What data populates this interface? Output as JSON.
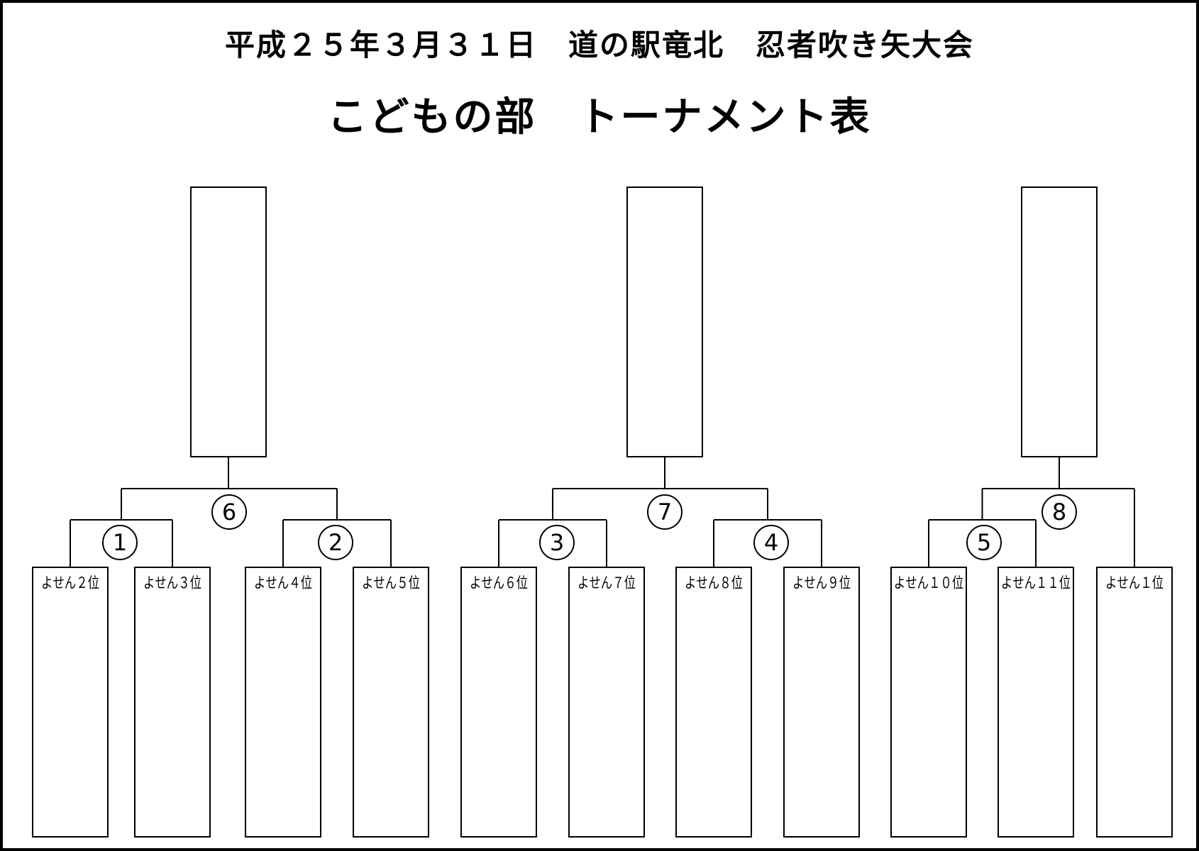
{
  "header": {
    "title": "平成２５年３月３１日　道の駅竜北　忍者吹き矢大会",
    "subtitle": "こどもの部　トーナメント表"
  },
  "entries": [
    {
      "id": "e1",
      "label": "よせん２位"
    },
    {
      "id": "e2",
      "label": "よせん３位"
    },
    {
      "id": "e3",
      "label": "よせん４位"
    },
    {
      "id": "e4",
      "label": "よせん５位"
    },
    {
      "id": "e5",
      "label": "よせん６位"
    },
    {
      "id": "e6",
      "label": "よせん７位"
    },
    {
      "id": "e7",
      "label": "よせん８位"
    },
    {
      "id": "e8",
      "label": "よせん９位"
    },
    {
      "id": "e9",
      "label": "よせん１０位"
    },
    {
      "id": "e10",
      "label": "よせん１１位"
    },
    {
      "id": "e11",
      "label": "よせん１位"
    }
  ],
  "matches": [
    {
      "id": "m1",
      "number": "1",
      "between": [
        "e1",
        "e2"
      ]
    },
    {
      "id": "m2",
      "number": "2",
      "between": [
        "e3",
        "e4"
      ]
    },
    {
      "id": "m3",
      "number": "3",
      "between": [
        "e5",
        "e6"
      ]
    },
    {
      "id": "m4",
      "number": "4",
      "between": [
        "e7",
        "e8"
      ]
    },
    {
      "id": "m5",
      "number": "5",
      "between": [
        "e9",
        "e10"
      ]
    },
    {
      "id": "m6",
      "number": "6",
      "between": [
        "m1",
        "m2"
      ]
    },
    {
      "id": "m7",
      "number": "7",
      "between": [
        "m3",
        "m4"
      ]
    },
    {
      "id": "m8",
      "number": "8",
      "between": [
        "m5",
        "e11"
      ]
    }
  ],
  "winner_boxes": [
    {
      "id": "w1",
      "from": "m6"
    },
    {
      "id": "w2",
      "from": "m7"
    },
    {
      "id": "w3",
      "from": "m8"
    }
  ]
}
